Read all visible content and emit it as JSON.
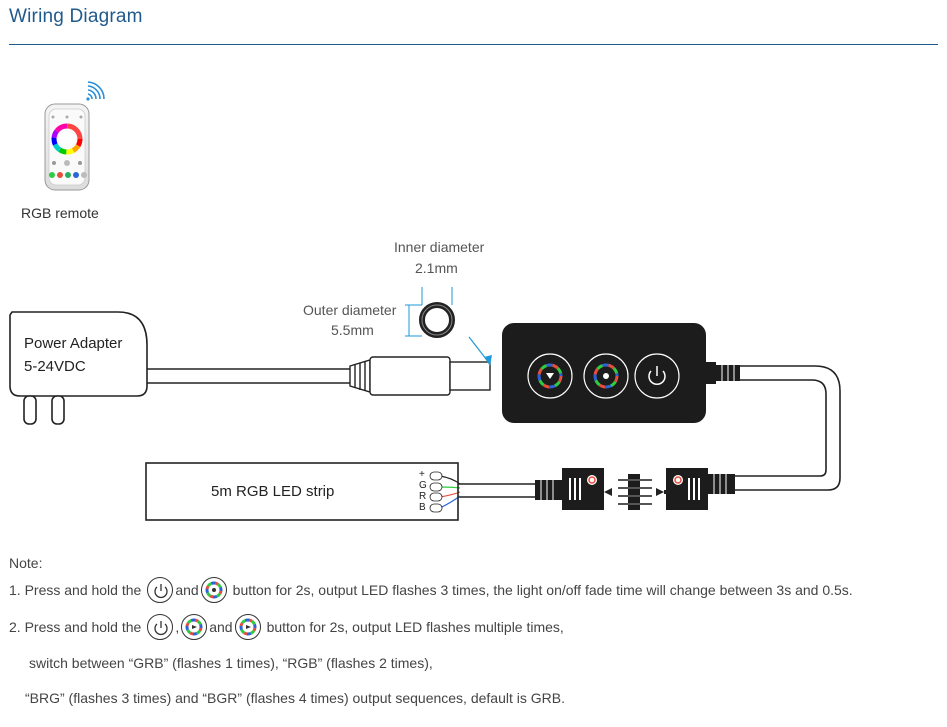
{
  "title": "Wiring Diagram",
  "remote_label": "RGB remote",
  "inner_diameter": {
    "label": "Inner diameter",
    "value": "2.1mm"
  },
  "outer_diameter": {
    "label": "Outer diameter",
    "value": "5.5mm"
  },
  "power_adapter": {
    "name": "Power Adapter",
    "voltage": "5-24VDC"
  },
  "led_strip": {
    "label": "5m RGB LED strip",
    "pins": [
      "+",
      "G",
      "R",
      "B"
    ]
  },
  "note": {
    "heading": "Note:",
    "line1_prefix": "1. Press and hold the",
    "line1_and": "and",
    "line1_suffix": "button for 2s, output LED flashes 3 times,  the light on/off fade time will change between 3s and 0.5s.",
    "line2_prefix": "2. Press and hold the",
    "line2_comma": ",",
    "line2_and": "and",
    "line2_suffix": "button for 2s, output LED flashes multiple times,",
    "line3": "switch between “GRB” (flashes 1 times), “RGB” (flashes 2 times),",
    "line4": "“BRG” (flashes 3 times) and “BGR”  (flashes 4 times) output sequences, default is GRB."
  },
  "colors": {
    "title": "#1f5a8c",
    "outline": "#222222"
  }
}
